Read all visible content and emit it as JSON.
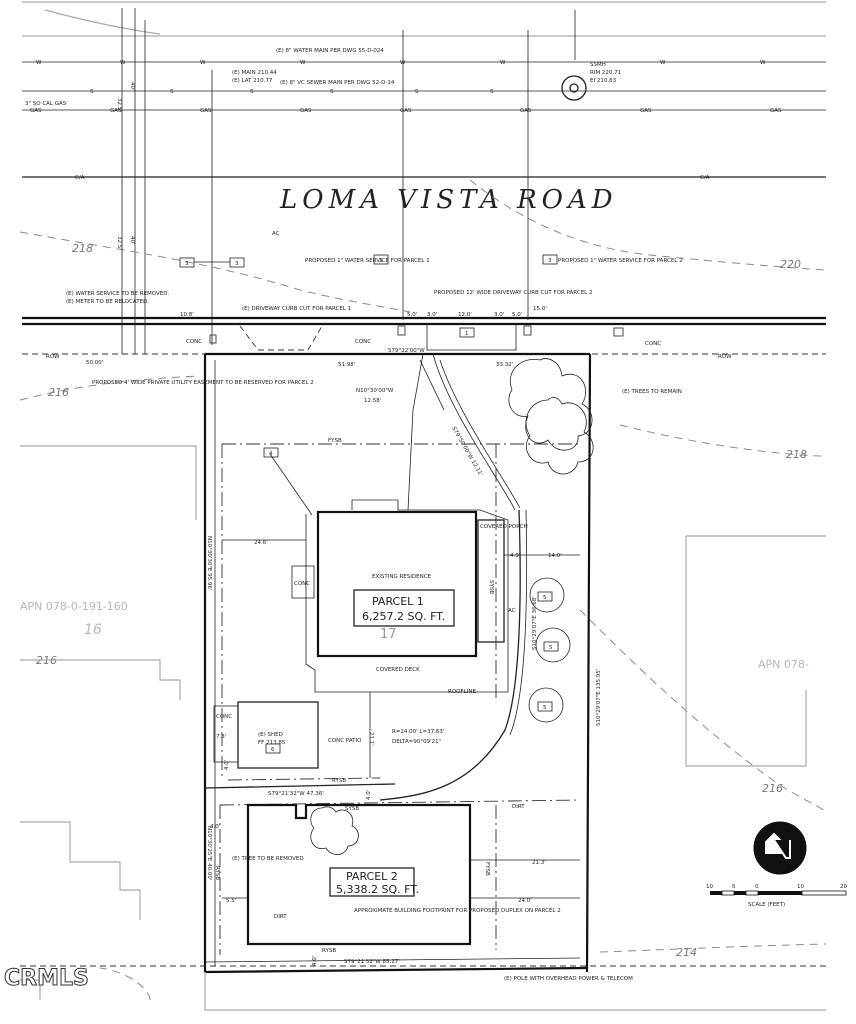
{
  "road": {
    "name": "LOMA VISTA ROAD",
    "water_main": "(E) 8\" WATER MAIN PER DWG 55-D-024",
    "sewer_main": "(E) 8\" VC SEWER MAIN PER DWG 52-D-14",
    "main_label": "(E) MAIN 210.44",
    "lat_label": "(E) LAT 210.77",
    "gas_line": "3\" SO CAL GAS",
    "ssmh": "SSMH",
    "rim": "RIM 220.71",
    "ei": "EI 210.83",
    "ac": "AC",
    "ca": "C/A",
    "w": "W",
    "s": "S",
    "gas": "GAS"
  },
  "contours": [
    "218",
    "220",
    "216",
    "218",
    "216",
    "214",
    "216"
  ],
  "apn": {
    "left": "APN 078-0-191-160",
    "left_num": "16",
    "right": "APN 078-",
    "center_num": "17"
  },
  "callouts": {
    "proposed_water_1": "PROPOSED 1\" WATER SERVICE FOR PARCEL 1",
    "proposed_water_2": "PROPOSED 1\" WATER SERVICE FOR PARCEL 2",
    "water_removed": "(E) WATER SERVICE TO BE REMOVED.",
    "meter_relocated": "(E) METER TO BE RELOCATED.",
    "driveway_cut": "(E) DRIVEWAY CURB CUT FOR PARCEL 1",
    "proposed_driveway": "PROPOSED 12' WIDE DRIVEWAY CURB CUT FOR PARCEL 2",
    "utility_easement": "PROPOSED 4' WIDE PRIVATE UTILITY EASEMENT TO BE RESERVED FOR PARCEL 2",
    "trees_remain": "(E) TREES TO REMAIN",
    "tree_removed": "(E) TREE TO BE REMOVED",
    "pole": "(E) POLE WITH OVERHEAD POWER & TELECOM",
    "conc": "CONC",
    "row": "ROW",
    "fysb": "FYSB",
    "sysb": "SYSB",
    "rysb": "RYSB",
    "existing_residence": "EXISTING RESIDENCE",
    "covered_porch": "COVERED PORCH",
    "covered_deck": "COVERED DECK",
    "roofline": "ROOFLINE",
    "shed": "(E) SHED",
    "shed_ff": "FF 213.85",
    "conc_patio": "CONC PATIO",
    "dirt": "DIRT",
    "building_footprint": "APPROXIMATE BUILDING FOOTPRINT FOR PROPOSED DUPLEX ON PARCEL 2",
    "curve": "R=24.00'  L=37.63'",
    "delta": "DELTA=90°09'21\""
  },
  "parcel1": {
    "label": "PARCEL 1",
    "area": "6,257.2 SQ. FT."
  },
  "parcel2": {
    "label": "PARCEL 2",
    "area": "5,338.2 SQ. FT."
  },
  "dims": {
    "north_line": "S79°22'00\"W",
    "d5198": "51.98'",
    "d3332": "33.32'",
    "d5000": "50.00'",
    "n1030": "N10°30'00\"W",
    "d1258": "12.58'",
    "west1": "N10°30'30\"E  95.96'",
    "west2": "N10°30'25\"E  40.00'",
    "east1": "S10°29'07\"E  36.68'",
    "east2": "S10°29'07\"E  135.95'",
    "diag": "S79°50'00\"W  12.11'",
    "mid_line": "S79°21'32\"W  47.36'",
    "south_line": "S79°21'32\"W  85.27'",
    "d246": "24.6'",
    "d49": "4.9'",
    "d140": "14.0'",
    "d211": "21.1'",
    "d73": "7.3'",
    "d40": "4.0'",
    "d213": "21.3'",
    "d240": "24.0'",
    "d55": "5.5'",
    "d325": "32.5'",
    "d400": "40'",
    "d108": "10.8'",
    "d50a": "5.0'",
    "d30a": "3.0'",
    "d120": "12.0'",
    "d150": "15.0'"
  },
  "tags": [
    "3",
    "3",
    "3",
    "3",
    "4",
    "5",
    "5",
    "5",
    "6",
    "1"
  ],
  "scale": {
    "ticks": [
      "10",
      "5",
      "0",
      "10",
      "20"
    ],
    "label": "SCALE (FEET)"
  },
  "watermark": "CRMLS"
}
